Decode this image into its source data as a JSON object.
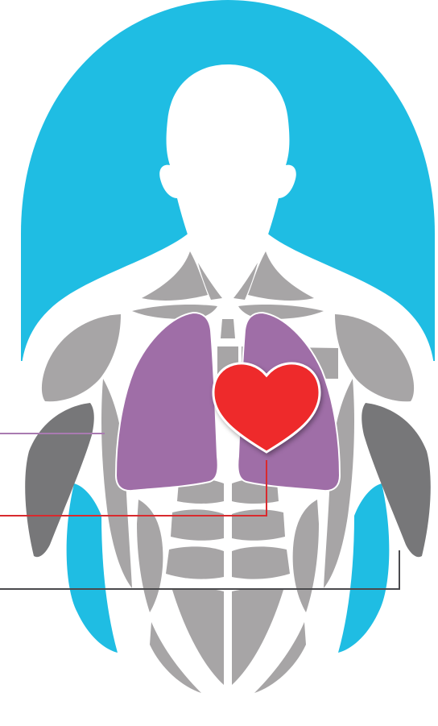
{
  "colors": {
    "background": "#ffffff",
    "arch": "#1fbde3",
    "silhouette": "#ffffff",
    "muscle": "#a7a5a6",
    "muscle_dark": "#777779",
    "lungs": "#9f6ea7",
    "lung_edge": "#ffffff",
    "heart": "#ee2a2b",
    "lung_leader": "#a97bb1",
    "heart_leader": "#d92a2e",
    "muscle_leader": "#4a4a4d"
  },
  "figure": {
    "parts": [
      "arch",
      "silhouette",
      "muscles",
      "lungs",
      "heart"
    ],
    "leaders": [
      "lungs",
      "heart",
      "muscles"
    ]
  }
}
